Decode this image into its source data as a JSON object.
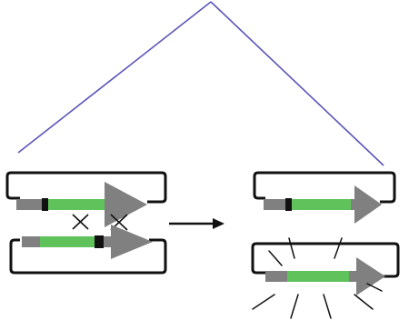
{
  "colors": {
    "background": "#ffffff",
    "outline": "#111111",
    "connector_line": "#5b55b8",
    "gene_body": "#5fc25a",
    "arrow_gray": "#808080",
    "marker_black": "#111111",
    "top_shadow": "#cfcfcf",
    "glow_lines": "#111111"
  },
  "diagram": {
    "left_panel": {
      "constructs": [
        {
          "has_black_marker": true,
          "marker_position": "left"
        },
        {
          "has_black_marker": true,
          "marker_position": "right"
        }
      ],
      "crossover_marks": 2
    },
    "right_panel": {
      "constructs": [
        {
          "has_black_marker": true,
          "marker_position": "left",
          "glowing": false
        },
        {
          "has_black_marker": false,
          "glowing": true
        }
      ]
    },
    "process_arrow": "right-arrow-icon"
  }
}
